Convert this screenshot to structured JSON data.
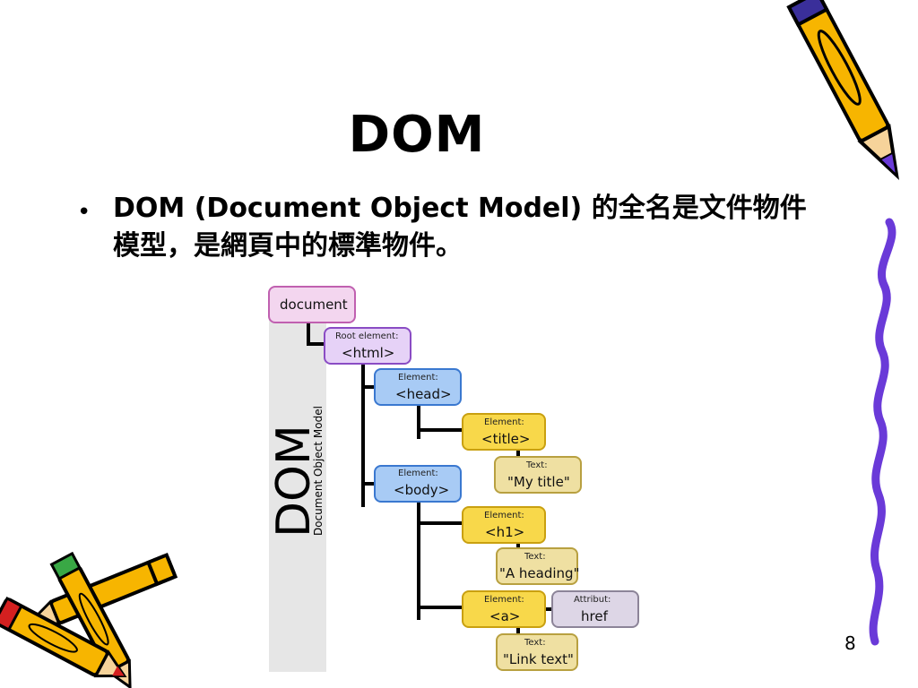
{
  "slide": {
    "title": "DOM",
    "bullet_line1": "DOM (Document Object Model) 的全名是文件物件",
    "bullet_line2": "模型，是網頁中的標準物件。",
    "page_number": "8"
  },
  "diagram": {
    "side_title": "DOM",
    "side_subtitle": "Document Object Model",
    "nodes": {
      "document": {
        "value": "document"
      },
      "html": {
        "label": "Root element:",
        "value": "<html>"
      },
      "head": {
        "label": "Element:",
        "value": "<head>"
      },
      "title": {
        "label": "Element:",
        "value": "<title>"
      },
      "title_text": {
        "label": "Text:",
        "value": "\"My title\""
      },
      "body": {
        "label": "Element:",
        "value": "<body>"
      },
      "h1": {
        "label": "Element:",
        "value": "<h1>"
      },
      "h1_text": {
        "label": "Text:",
        "value": "\"A heading\""
      },
      "a": {
        "label": "Element:",
        "value": "<a>"
      },
      "a_attr": {
        "label": "Attribut:",
        "value": "href"
      },
      "a_text": {
        "label": "Text:",
        "value": "\"Link text\""
      }
    },
    "colors": {
      "document_fill": "#f3d6ef",
      "document_stroke": "#c060b0",
      "root_fill": "#e6d2f7",
      "root_stroke": "#8a4cc4",
      "element_blue_fill": "#a8cbf5",
      "element_blue_stroke": "#3a78d0",
      "element_yellow_fill": "#f8d84a",
      "element_yellow_stroke": "#c9a010",
      "text_fill": "#efe0a2",
      "text_stroke": "#b8a040",
      "attr_fill": "#ddd6e6",
      "attr_stroke": "#8c8498",
      "side_panel": "#e6e6e6"
    }
  },
  "decorations": {
    "pencil_top_right": "pencil-icon",
    "pencils_bottom_left": "crossed-pencils-icon",
    "squiggle_right": "wavy-line"
  }
}
